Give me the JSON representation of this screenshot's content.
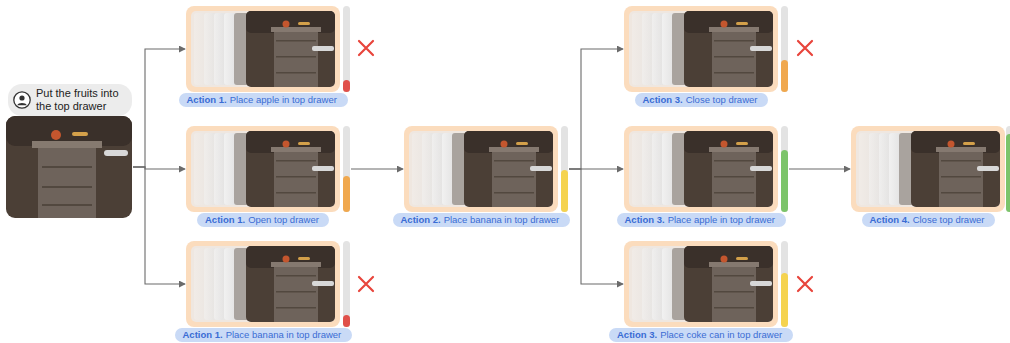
{
  "diagram": {
    "nodes": [
      {
        "text": [
          "Put the fruits into the top drawer"
        ]
      },
      {
        "text": [
          "Action 1.",
          "Place apple in top drawer"
        ]
      },
      {
        "text": [
          "Action 1.",
          "Open top drawer"
        ]
      },
      {
        "text": [
          "Action 1.",
          "Place banana in top drawer"
        ]
      },
      {
        "text": [
          "Action 2.",
          "Place banana in top drawer"
        ]
      },
      {
        "text": [
          "Action 3.",
          "Close top drawer"
        ]
      },
      {
        "text": [
          "Action 3.",
          "Place apple in top drawer"
        ]
      },
      {
        "text": [
          "Action 3.",
          "Place coke can in top drawer"
        ]
      },
      {
        "text": [
          "Action 4.",
          "Close top drawer"
        ]
      }
    ],
    "edges": [
      {
        "from": 0,
        "to": 1,
        "arrow": "to"
      },
      {
        "from": 0,
        "to": 2,
        "arrow": "to"
      },
      {
        "from": 0,
        "to": 3,
        "arrow": "to"
      },
      {
        "from": 2,
        "to": 4,
        "arrow": "to"
      },
      {
        "from": 4,
        "to": 5,
        "arrow": "to"
      },
      {
        "from": 4,
        "to": 6,
        "arrow": "to"
      },
      {
        "from": 4,
        "to": 7,
        "arrow": "to"
      },
      {
        "from": 6,
        "to": 8,
        "arrow": "to"
      }
    ]
  }
}
